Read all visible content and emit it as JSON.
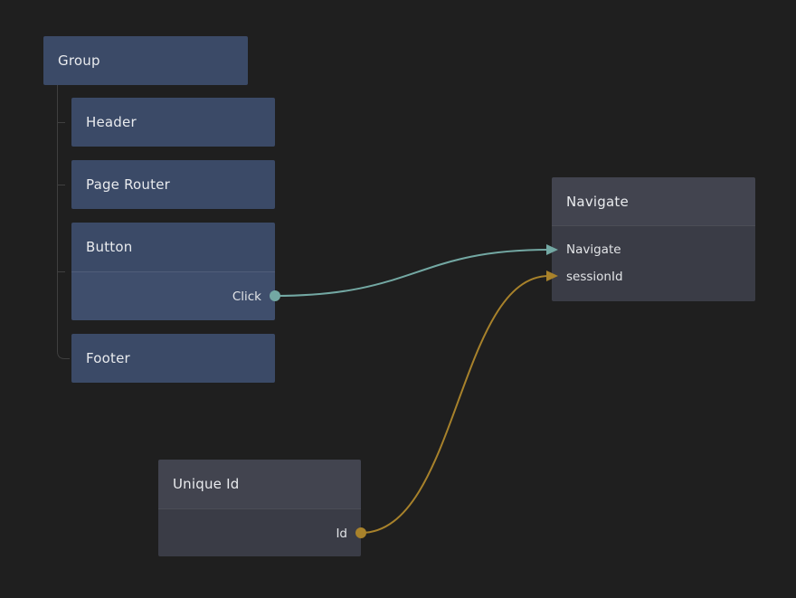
{
  "colors": {
    "background": "#1f1f1f",
    "node_blue_header": "#3b4a67",
    "node_blue_body": "#3f4e6c",
    "node_gray_header": "#42444f",
    "node_gray_body": "#3a3c46",
    "node_divider": "rgba(255,255,255,0.09)",
    "text_title": "#e9ebee",
    "text_port": "#e2e4e7",
    "wire_signal": "#73a8a3",
    "wire_string": "#a8822b",
    "tree_line": "#3f3f3f"
  },
  "nodes": {
    "group": {
      "title": "Group"
    },
    "header": {
      "title": "Header"
    },
    "page_router": {
      "title": "Page Router"
    },
    "button": {
      "title": "Button",
      "outputs": [
        {
          "label": "Click"
        }
      ]
    },
    "footer": {
      "title": "Footer"
    },
    "navigate": {
      "title": "Navigate",
      "inputs": [
        {
          "label": "Navigate"
        },
        {
          "label": "sessionId"
        }
      ]
    },
    "unique_id": {
      "title": "Unique Id",
      "outputs": [
        {
          "label": "Id"
        }
      ]
    }
  },
  "connections": [
    {
      "from_node": "Button",
      "from_port": "Click",
      "to_node": "Navigate",
      "to_port": "Navigate",
      "kind": "signal"
    },
    {
      "from_node": "Unique Id",
      "from_port": "Id",
      "to_node": "Navigate",
      "to_port": "sessionId",
      "kind": "string"
    }
  ]
}
